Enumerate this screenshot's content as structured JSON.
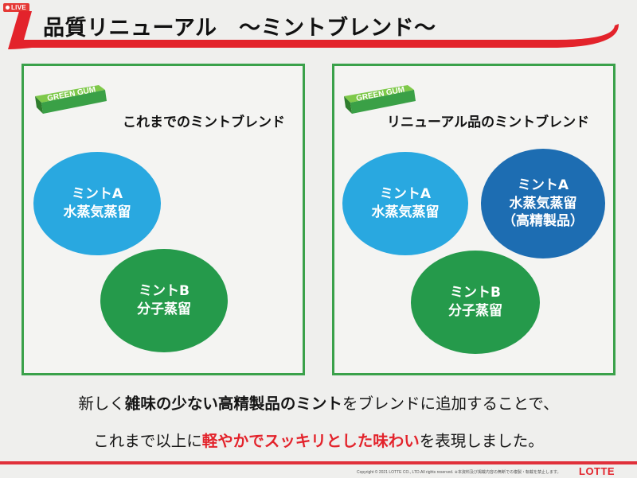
{
  "live_badge": "LIVE",
  "title": "品質リニューアル　～ミントブレンド～",
  "left_panel": {
    "heading": "これまでのミントブレンド",
    "pack_text": "GREEN GUM",
    "circles": [
      {
        "line1": "ミントA",
        "line2": "水蒸気蒸留",
        "line3": ""
      },
      {
        "line1": "ミントB",
        "line2": "分子蒸留",
        "line3": ""
      }
    ]
  },
  "right_panel": {
    "heading": "リニューアル品のミントブレンド",
    "pack_text": "GREEN GUM",
    "circles": [
      {
        "line1": "ミントA",
        "line2": "水蒸気蒸留",
        "line3": ""
      },
      {
        "line1": "ミントA",
        "line2": "水蒸気蒸留",
        "line3": "（高精製品）"
      },
      {
        "line1": "ミントB",
        "line2": "分子蒸留",
        "line3": ""
      }
    ]
  },
  "bottom": {
    "line1": [
      {
        "text": "新しく",
        "style": "normal"
      },
      {
        "text": "雑味の少ない高精製品のミント",
        "style": "bold"
      },
      {
        "text": "をブレンドに追加することで、",
        "style": "normal"
      }
    ],
    "line2": [
      {
        "text": "これまで以上に",
        "style": "normal"
      },
      {
        "text": "軽やかでスッキリとした味わい",
        "style": "red"
      },
      {
        "text": "を表現しました。",
        "style": "normal"
      }
    ]
  },
  "footer": {
    "copyright": "Copyright © 2021 LOTTE CO., LTD.All rights reserved.  ※本資料及び掲載内容の無断での複製・転載を禁止します。",
    "brand": "LOTTE"
  },
  "colors": {
    "accent_red": "#e3232b",
    "panel_border": "#3aa14a",
    "circle_light_blue": "#29a8e0",
    "circle_dark_blue": "#1d6db2",
    "circle_green": "#259a4b"
  }
}
